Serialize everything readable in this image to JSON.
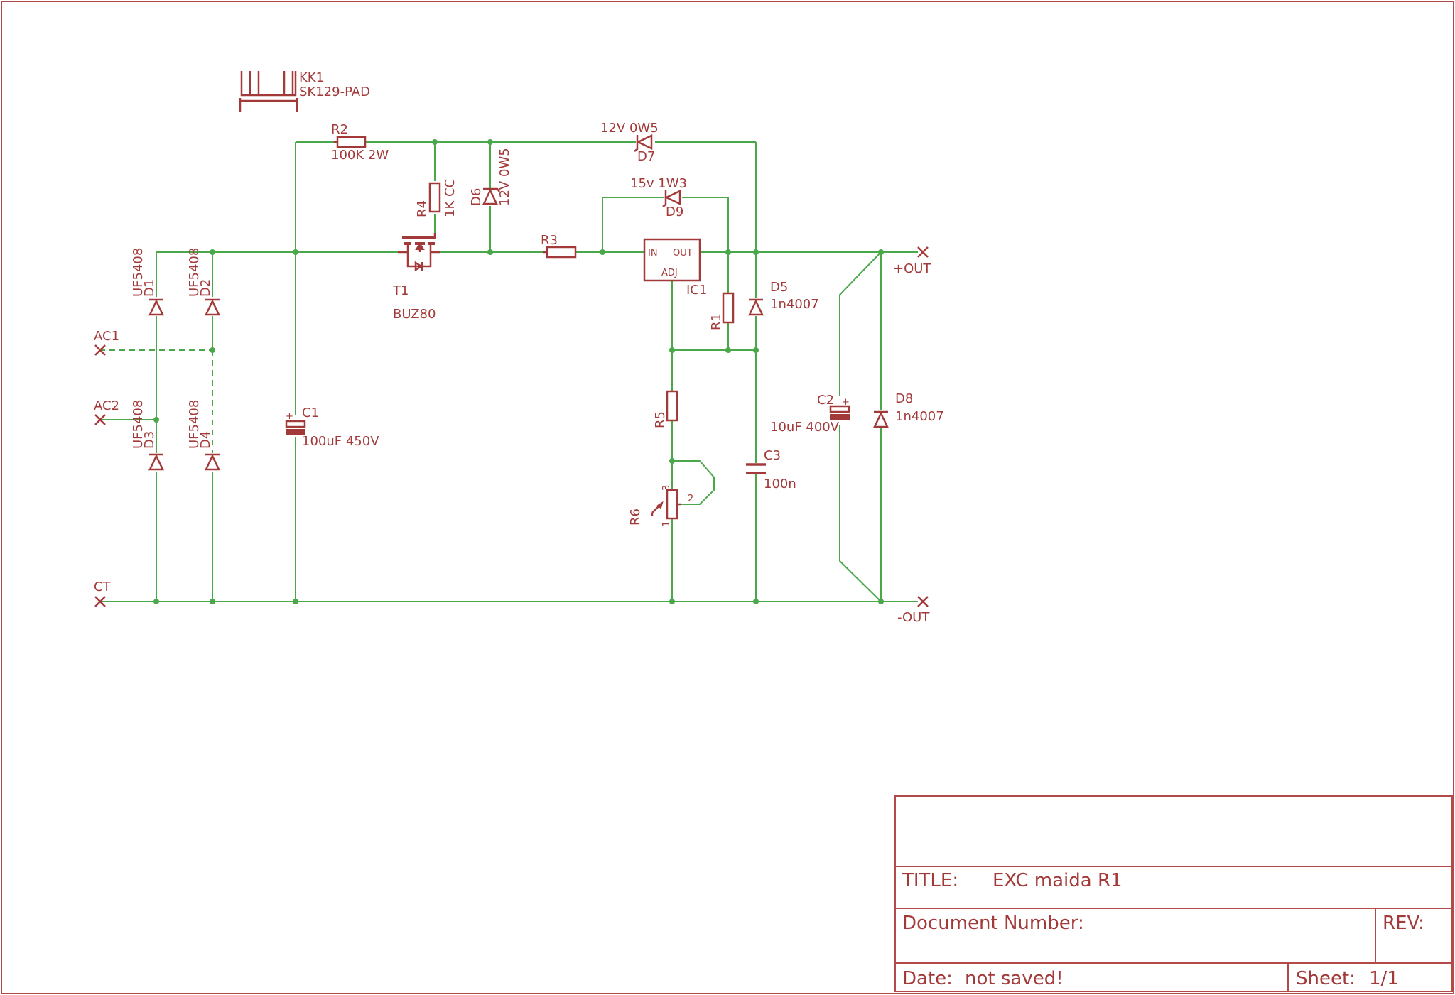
{
  "components": {
    "kk1": {
      "ref": "KK1",
      "value": "SK129-PAD"
    },
    "r2": {
      "ref": "R2",
      "value": "100K 2W"
    },
    "r4": {
      "ref": "R4",
      "value": "1K CC"
    },
    "d6": {
      "ref": "D6",
      "value": "12V 0W5"
    },
    "d7": {
      "ref": "D7",
      "value": "12V 0W5"
    },
    "d9": {
      "ref": "D9",
      "value": "15v 1W3"
    },
    "t1": {
      "ref": "T1",
      "value": "BUZ80"
    },
    "r3": {
      "ref": "R3"
    },
    "ic1": {
      "ref": "IC1",
      "pin_in": "IN",
      "pin_out": "OUT",
      "pin_adj": "ADJ"
    },
    "r1": {
      "ref": "R1"
    },
    "d5": {
      "ref": "D5",
      "value": "1n4007"
    },
    "r5": {
      "ref": "R5"
    },
    "r6": {
      "ref": "R6",
      "pin1": "1",
      "pin2": "2",
      "pin3": "3"
    },
    "c3": {
      "ref": "C3",
      "value": "100n"
    },
    "c2": {
      "ref": "C2",
      "value": "10uF 400V"
    },
    "d8": {
      "ref": "D8",
      "value": "1n4007"
    },
    "c1": {
      "ref": "C1",
      "value": "100uF 450V"
    },
    "d1": {
      "ref": "D1",
      "value": "UF5408"
    },
    "d2": {
      "ref": "D2",
      "value": "UF5408"
    },
    "d3": {
      "ref": "D3",
      "value": "UF5408"
    },
    "d4": {
      "ref": "D4",
      "value": "UF5408"
    }
  },
  "ports": {
    "ac1": "AC1",
    "ac2": "AC2",
    "ct": "CT",
    "out_plus": "+OUT",
    "out_minus": "-OUT"
  },
  "title_block": {
    "title_label": "TITLE:",
    "title_value": "EXC maida R1",
    "doc_number_label": "Document Number:",
    "rev_label": "REV:",
    "date_label": "Date:",
    "date_value": "not saved!",
    "sheet_label": "Sheet:",
    "sheet_value": "1/1"
  },
  "colors": {
    "wire": "#4aa84a",
    "symbol": "#a33a3a",
    "frame": "#b24a4a"
  }
}
